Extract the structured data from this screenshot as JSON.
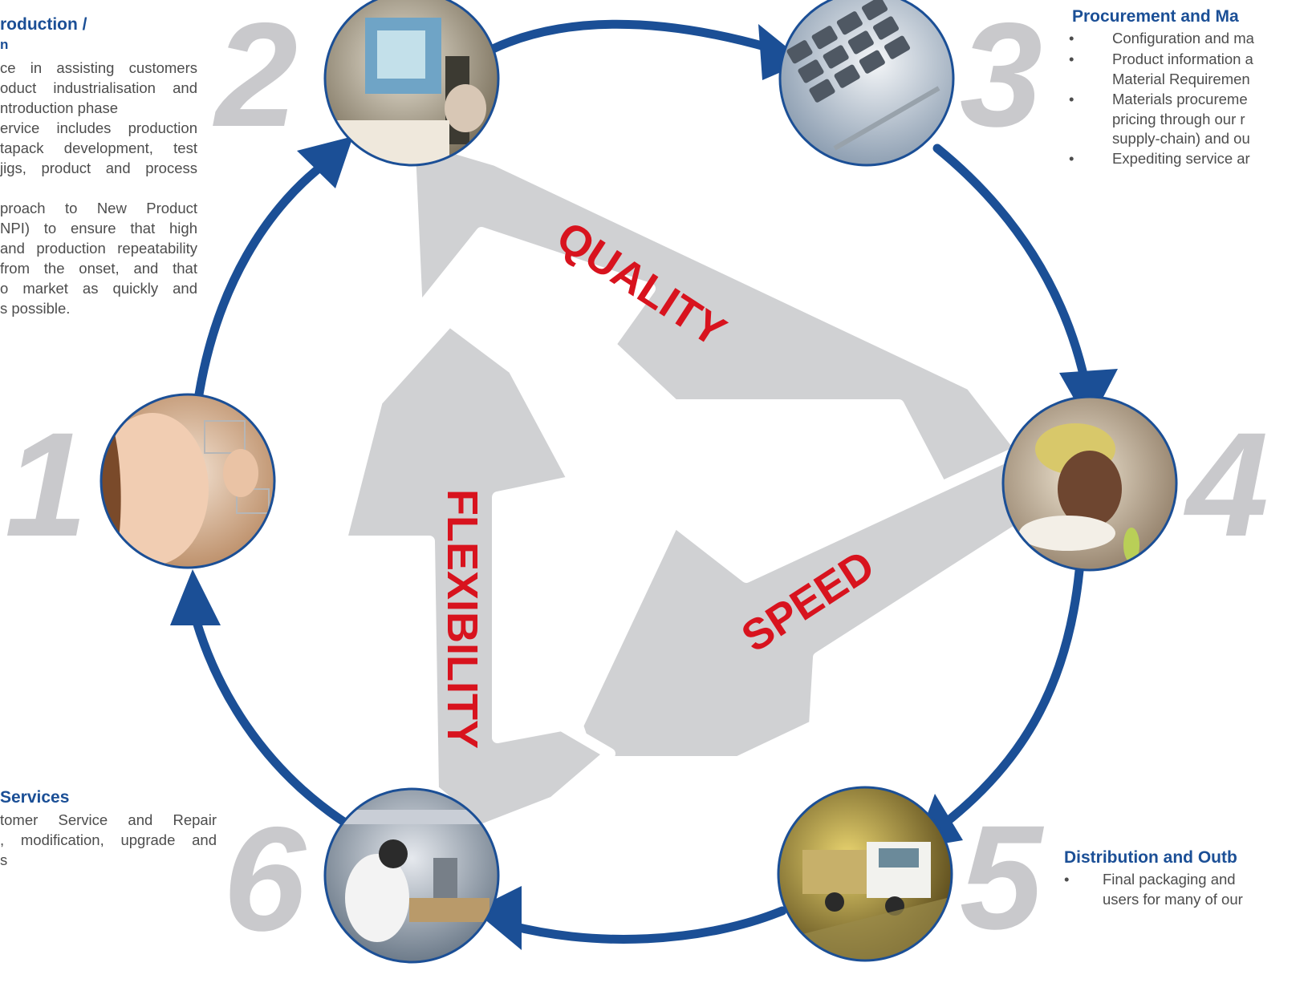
{
  "words": {
    "quality": "QUALITY",
    "speed": "SPEED",
    "flexibility": "FLEXIBILITY"
  },
  "step_numbers": [
    "1",
    "2",
    "3",
    "4",
    "5",
    "6"
  ],
  "panel_production": {
    "heading_line1": "roduction /",
    "heading_line2": "n",
    "lines": [
      "ce in assisting customers",
      "oduct industrialisation and",
      "ntroduction phase",
      "ervice includes production",
      "tapack development, test",
      "jigs, product and process",
      "",
      "proach to New Product",
      "NPI) to ensure that high",
      "and production repeatability",
      "from the onset, and that",
      "o market as quickly and",
      "s possible."
    ]
  },
  "panel_procurement": {
    "heading": "Procurement and Ma",
    "bullet_char": "•",
    "lines": [
      {
        "bullet": true,
        "text": "Configuration and ma"
      },
      {
        "bullet": true,
        "text": "Product information a"
      },
      {
        "bullet": false,
        "text": "Material Requiremen"
      },
      {
        "bullet": true,
        "text": "Materials procureme"
      },
      {
        "bullet": false,
        "text": "pricing through our r"
      },
      {
        "bullet": false,
        "text": "supply-chain) and ou"
      },
      {
        "bullet": true,
        "text": "Expediting service ar"
      }
    ]
  },
  "panel_services": {
    "heading": "Services",
    "lines": [
      "tomer Service and Repair",
      ", modification, upgrade and",
      "s"
    ]
  },
  "panel_distribution": {
    "heading": "Distribution and Outb",
    "bullet_char": "•",
    "lines": [
      {
        "bullet": true,
        "text": "Final packaging and"
      },
      {
        "bullet": false,
        "text": "users for many of our"
      }
    ]
  },
  "colors": {
    "ring_blue": "#1b4f96",
    "arrow_grey": "#d0d1d3",
    "word_red": "#d8131e",
    "number_grey": "#c9c9cc",
    "heading_blue": "#1b4f96"
  },
  "photos": [
    {
      "step": "1",
      "subject": "woman-drawing-photo"
    },
    {
      "step": "2",
      "subject": "presentation-photo"
    },
    {
      "step": "3",
      "subject": "calculator-photo"
    },
    {
      "step": "4",
      "subject": "inspection-worker-photo"
    },
    {
      "step": "5",
      "subject": "delivery-truck-photo"
    },
    {
      "step": "6",
      "subject": "lab-technician-photo"
    }
  ]
}
